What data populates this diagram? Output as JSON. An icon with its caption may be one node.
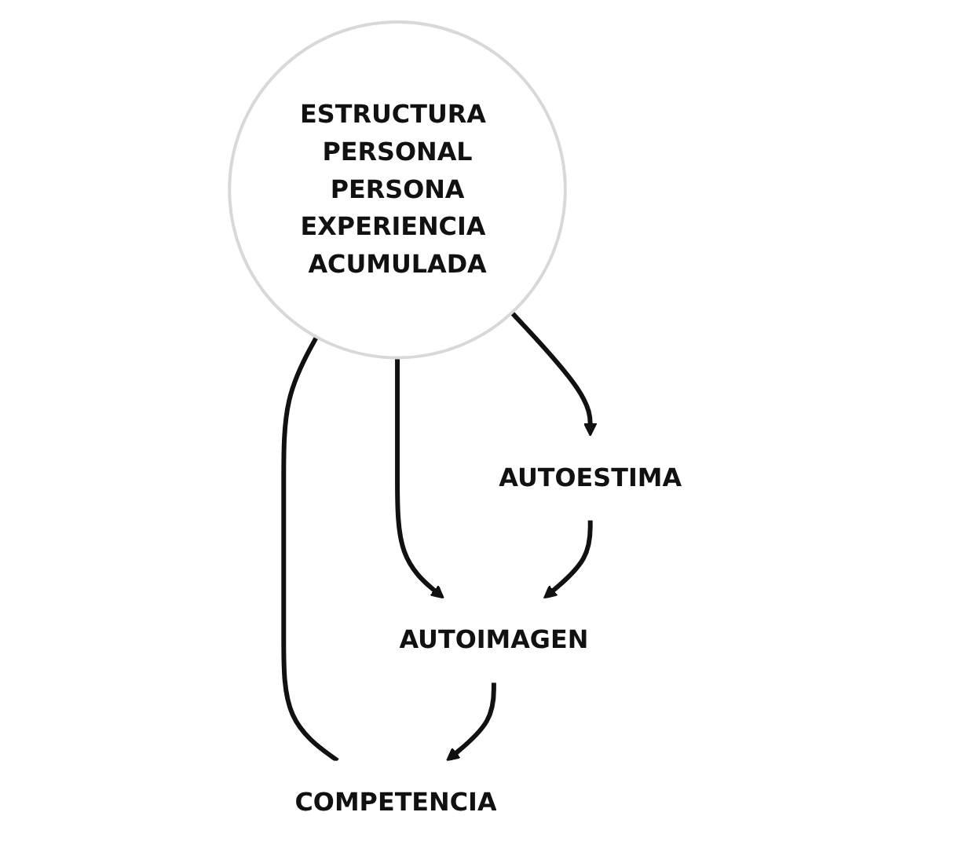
{
  "diagram": {
    "nodes": [
      {
        "text": [
          "COMPETENCIA"
        ]
      },
      {
        "text": [
          "ESTRUCTURA PERSONAL",
          "PERSONA",
          "EXPERIENCIA ACUMULADA"
        ]
      },
      {
        "text": [
          "AUTOIMAGEN"
        ]
      },
      {
        "text": [
          "AUTOESTIMA"
        ]
      }
    ],
    "edges": [
      {
        "from": 1,
        "to": 0,
        "arrow": "none"
      },
      {
        "from": 1,
        "to": 2,
        "arrow": "to"
      },
      {
        "from": 1,
        "to": 3,
        "arrow": "to"
      },
      {
        "from": 3,
        "to": 2,
        "arrow": "to"
      },
      {
        "from": 2,
        "to": 0,
        "arrow": "to"
      }
    ]
  }
}
